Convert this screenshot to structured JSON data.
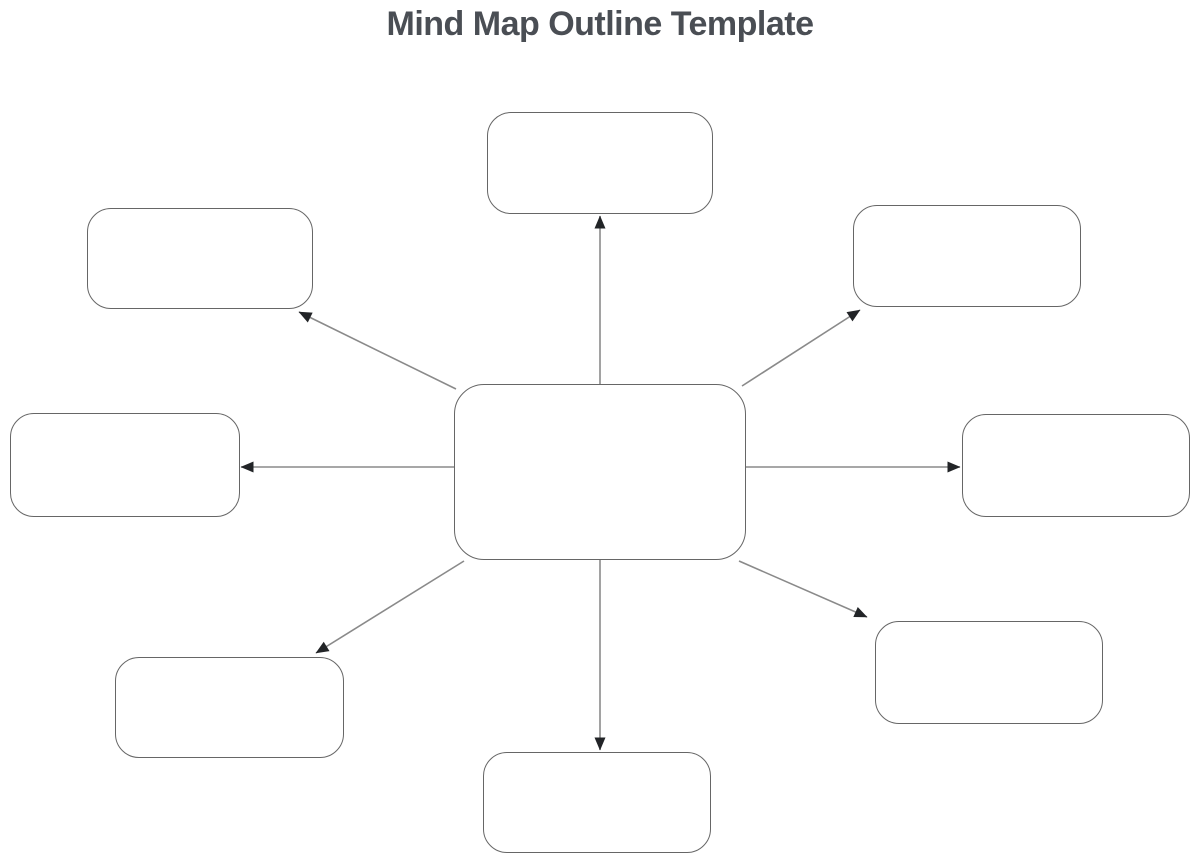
{
  "title": "Mind Map Outline Template",
  "colors": {
    "title_color": "#4a4e54",
    "node_border": "#666666",
    "connector": "#8a8a8a",
    "arrowhead": "#222427",
    "background": "#ffffff"
  },
  "diagram": {
    "type": "mind-map",
    "center": {
      "id": "central-topic",
      "label": ""
    },
    "nodes": [
      {
        "id": "branch-top",
        "label": ""
      },
      {
        "id": "branch-upper-left",
        "label": ""
      },
      {
        "id": "branch-upper-right",
        "label": ""
      },
      {
        "id": "branch-left",
        "label": ""
      },
      {
        "id": "branch-right",
        "label": ""
      },
      {
        "id": "branch-lower-left",
        "label": ""
      },
      {
        "id": "branch-lower-right",
        "label": ""
      },
      {
        "id": "branch-bottom",
        "label": ""
      }
    ],
    "connections": [
      {
        "from": "central-topic",
        "to": "branch-top"
      },
      {
        "from": "central-topic",
        "to": "branch-upper-left"
      },
      {
        "from": "central-topic",
        "to": "branch-upper-right"
      },
      {
        "from": "central-topic",
        "to": "branch-left"
      },
      {
        "from": "central-topic",
        "to": "branch-right"
      },
      {
        "from": "central-topic",
        "to": "branch-lower-left"
      },
      {
        "from": "central-topic",
        "to": "branch-lower-right"
      },
      {
        "from": "central-topic",
        "to": "branch-bottom"
      }
    ]
  }
}
